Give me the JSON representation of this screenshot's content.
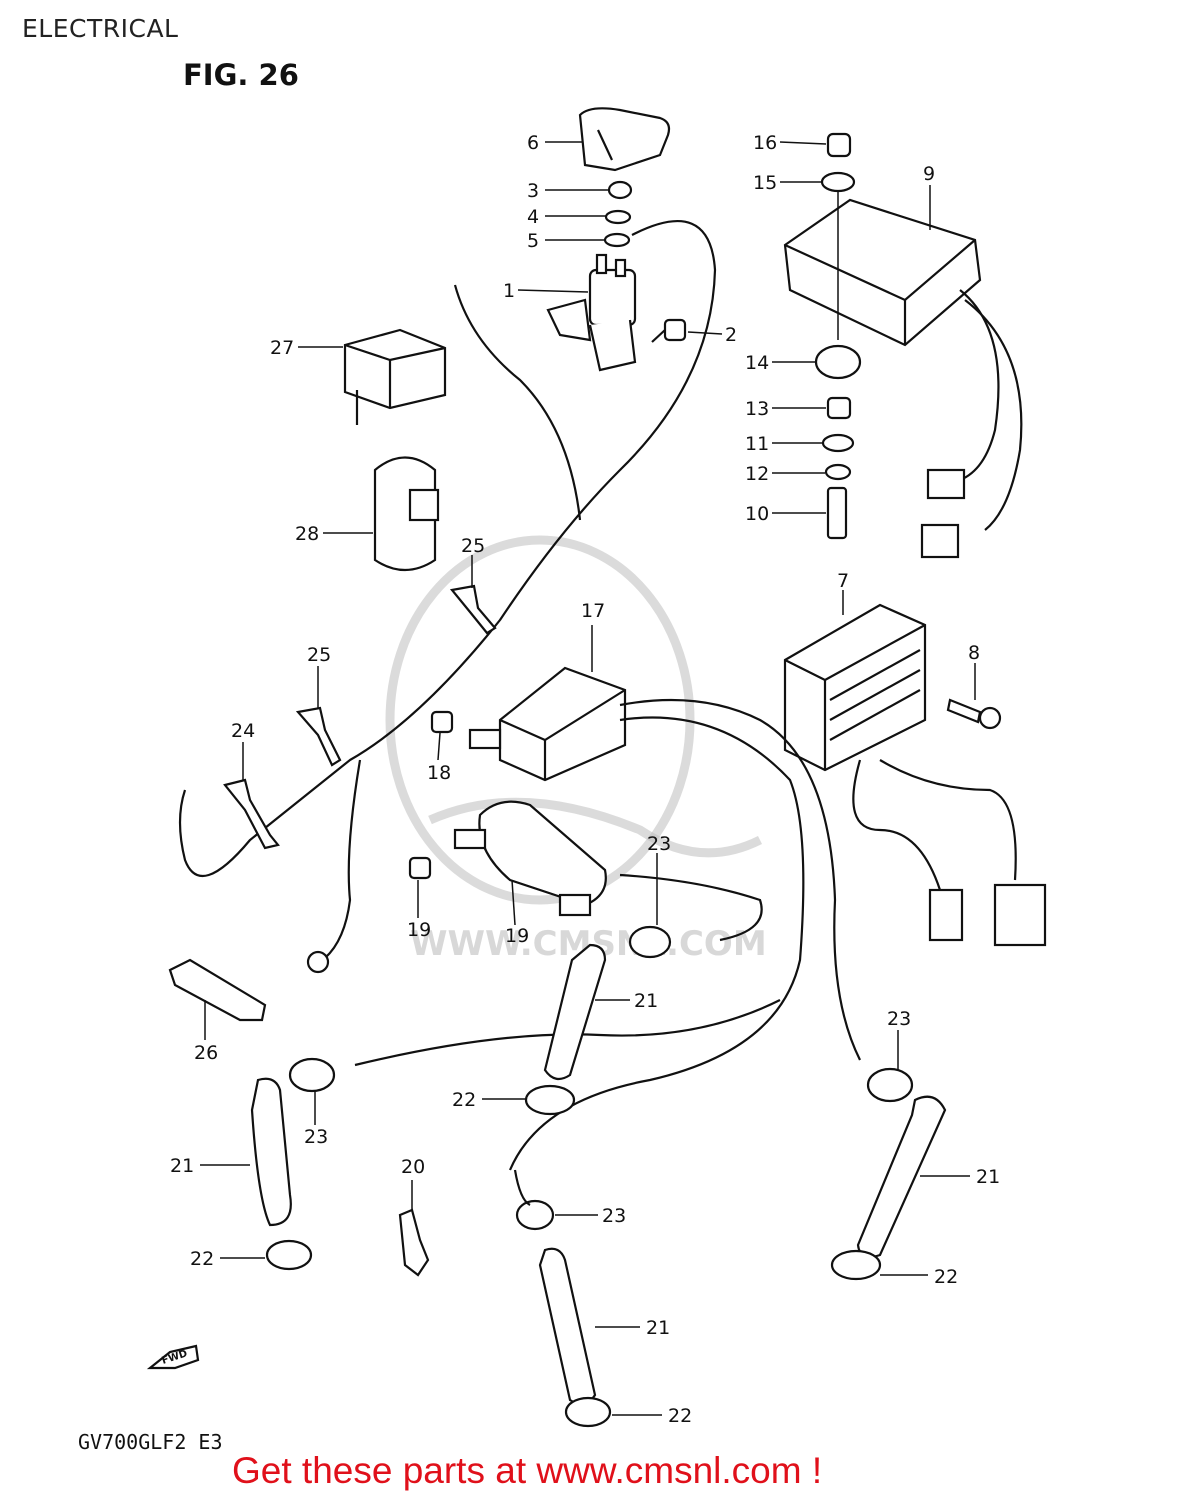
{
  "header": {
    "section": "ELECTRICAL",
    "figure": "FIG. 26"
  },
  "callouts": [
    "1",
    "2",
    "3",
    "4",
    "5",
    "6",
    "7",
    "8",
    "9",
    "10",
    "11",
    "12",
    "13",
    "14",
    "15",
    "16",
    "17",
    "18",
    "19",
    "19",
    "20",
    "21",
    "21",
    "21",
    "21",
    "22",
    "22",
    "22",
    "22",
    "23",
    "23",
    "23",
    "23",
    "24",
    "25",
    "25",
    "26",
    "27",
    "28"
  ],
  "watermark": {
    "text": "WWW.CMSNL.COM",
    "logo": "cms"
  },
  "fwd_label": "FWD",
  "model": "GV700GLF2 E3",
  "footer": {
    "cta": "Get these parts at www.cmsnl.com !"
  },
  "colors": {
    "ink": "#111111",
    "cta": "#e0101a",
    "watermark": "#bdbdbd"
  }
}
